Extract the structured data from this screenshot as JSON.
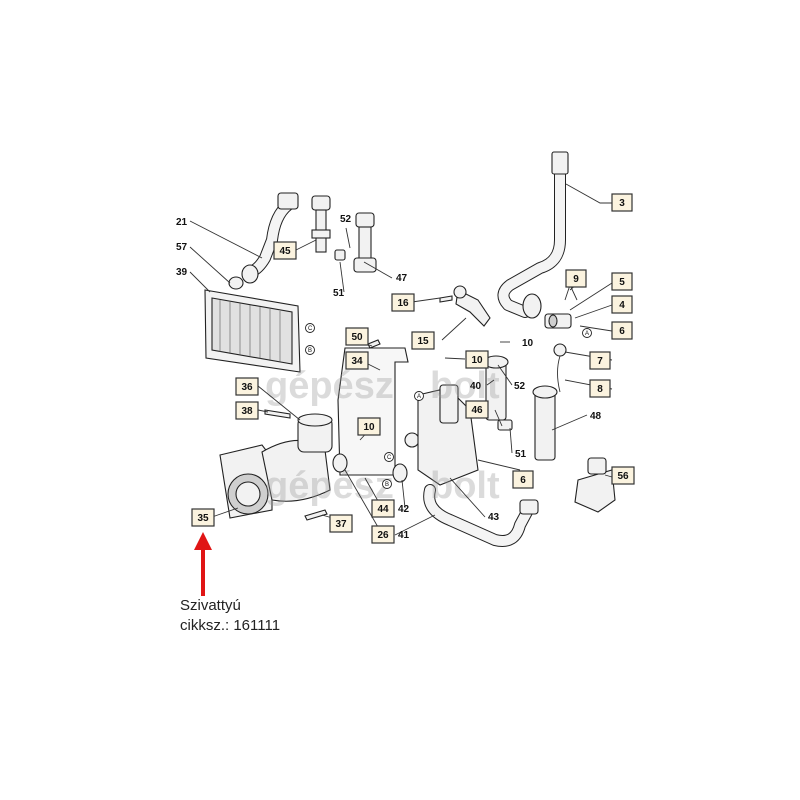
{
  "callouts": {
    "c3": "3",
    "c4": "4",
    "c5": "5",
    "c6": "6",
    "c7": "7",
    "c8": "8",
    "c9": "9",
    "c10a": "10",
    "c10b": "10",
    "c10c": "10",
    "c15": "15",
    "c16": "16",
    "c21": "21",
    "c26": "26",
    "c34": "34",
    "c35": "35",
    "c36": "36",
    "c37": "37",
    "c38": "38",
    "c39": "39",
    "c40": "40",
    "c41": "41",
    "c42": "42",
    "c43": "43",
    "c44": "44",
    "c45": "45",
    "c46": "46",
    "c47": "47",
    "c48": "48",
    "c50": "50",
    "c51a": "51",
    "c51b": "51",
    "c52a": "52",
    "c52b": "52",
    "c56": "56",
    "c57": "57",
    "c6b": "6"
  },
  "connectors": {
    "A1": "A",
    "A2": "A",
    "B1": "B",
    "B2": "B",
    "C1": "C",
    "C2": "C"
  },
  "watermark": {
    "text1": "gépész",
    "text2": "bolt"
  },
  "caption": {
    "line1": "Szivattyú",
    "line2": "cikksz.: 161111"
  },
  "colors": {
    "arrow": "#e01515",
    "box_fill": "#fbf3df"
  }
}
